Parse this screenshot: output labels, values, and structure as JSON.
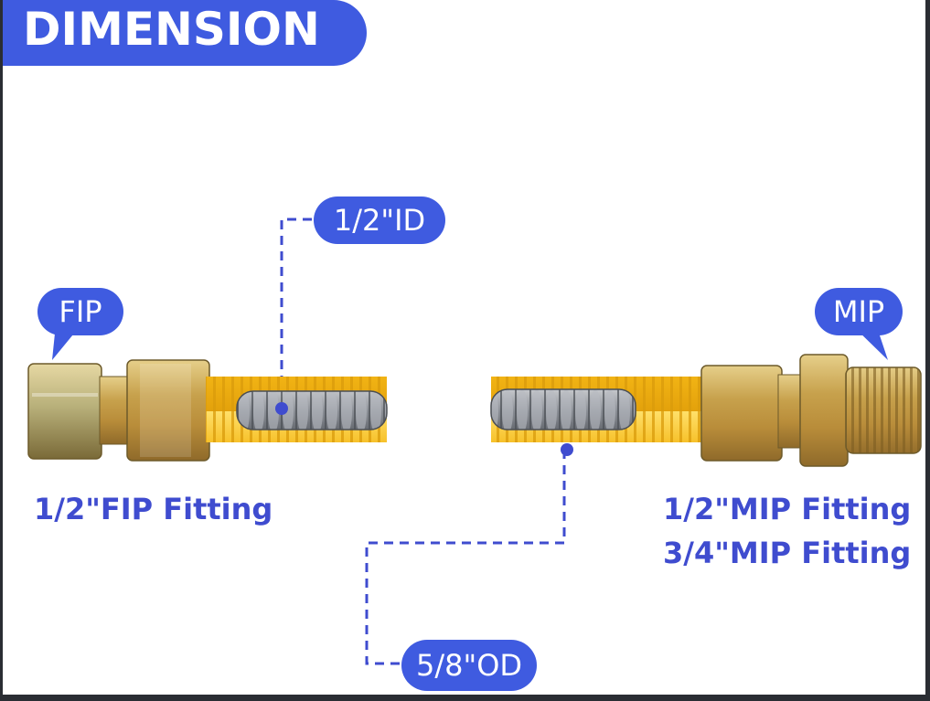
{
  "header": {
    "title": "DIMENSION"
  },
  "labels": {
    "id": "1/2\"ID",
    "od": "5/8\"OD",
    "fip": "FIP",
    "mip": "MIP"
  },
  "captions": {
    "fip_fitting": "1/2\"FIP Fitting",
    "mip_fitting_1": "1/2\"MIP Fitting",
    "mip_fitting_2": "3/4\"MIP Fitting"
  },
  "colors": {
    "accent": "#3f5be0",
    "text": "#3f4ccf",
    "hose": "#f4c21a",
    "brass": "#c8a85a"
  },
  "icons": {
    "dimension_marker": "dot-marker-icon"
  }
}
